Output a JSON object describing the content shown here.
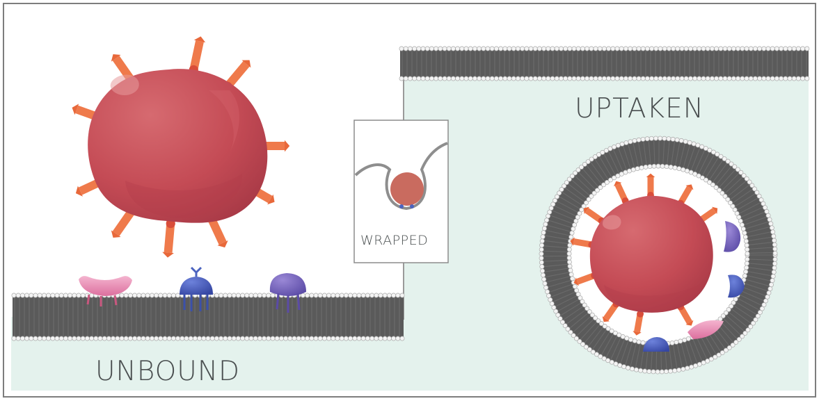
{
  "labels": {
    "unbound": "UNBOUND",
    "wrapped": "WRAPPED",
    "uptaken": "UPTAKEN"
  },
  "colors": {
    "frame": "#7d7d7d",
    "cytoplasm": "#e4f2ed",
    "membrane_core": "#5a5a5a",
    "membrane_head": "#f4f4f4",
    "particle": "#c84d55",
    "ligand": "#ef7a4b",
    "receptor_pink": "#e48fb3",
    "receptor_blue": "#4b63bf",
    "receptor_purple": "#7b68c2",
    "text": "#4a4f50"
  }
}
